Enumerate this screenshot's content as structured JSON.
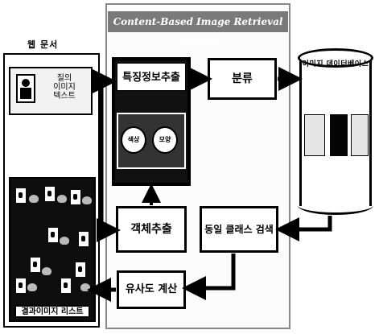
{
  "web_document": {
    "title": "웹 문서",
    "query_label": "질의\n이미지\n텍스트",
    "result_list_label": "결과이미지 리스트"
  },
  "engine": {
    "title": "Content-Based Image Retrieval Engine",
    "feature_extraction": "특징정보추출",
    "feature_color": "색상",
    "feature_shape": "모양",
    "classification": "분류",
    "object_extraction": "객체추출",
    "same_class_search": "동일 클래스 검색",
    "similarity_calc": "유사도 계산"
  },
  "database": {
    "label": "이미지 데이터베이스"
  }
}
